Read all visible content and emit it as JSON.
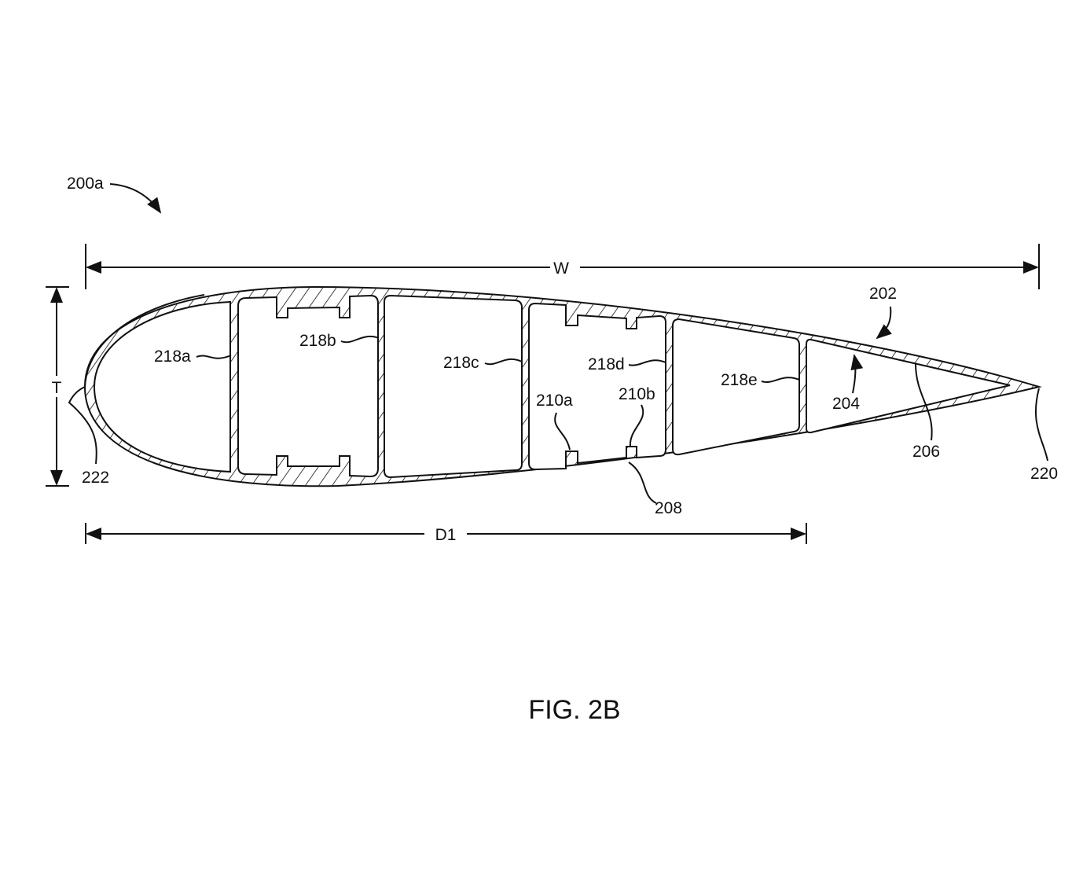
{
  "figure_ref": "200a",
  "figure_caption": "FIG. 2B",
  "dimensions": {
    "width": "W",
    "thickness": "T",
    "distance": "D1"
  },
  "labels": {
    "outer_skin": "202",
    "inner_surface": "204",
    "trailing_wall": "206",
    "lower_skin": "208",
    "notch_a": "210a",
    "notch_b": "210b",
    "trailing_edge": "220",
    "leading_edge": "222",
    "cell_a": "218a",
    "cell_b": "218b",
    "cell_c": "218c",
    "cell_d": "218d",
    "cell_e": "218e"
  }
}
